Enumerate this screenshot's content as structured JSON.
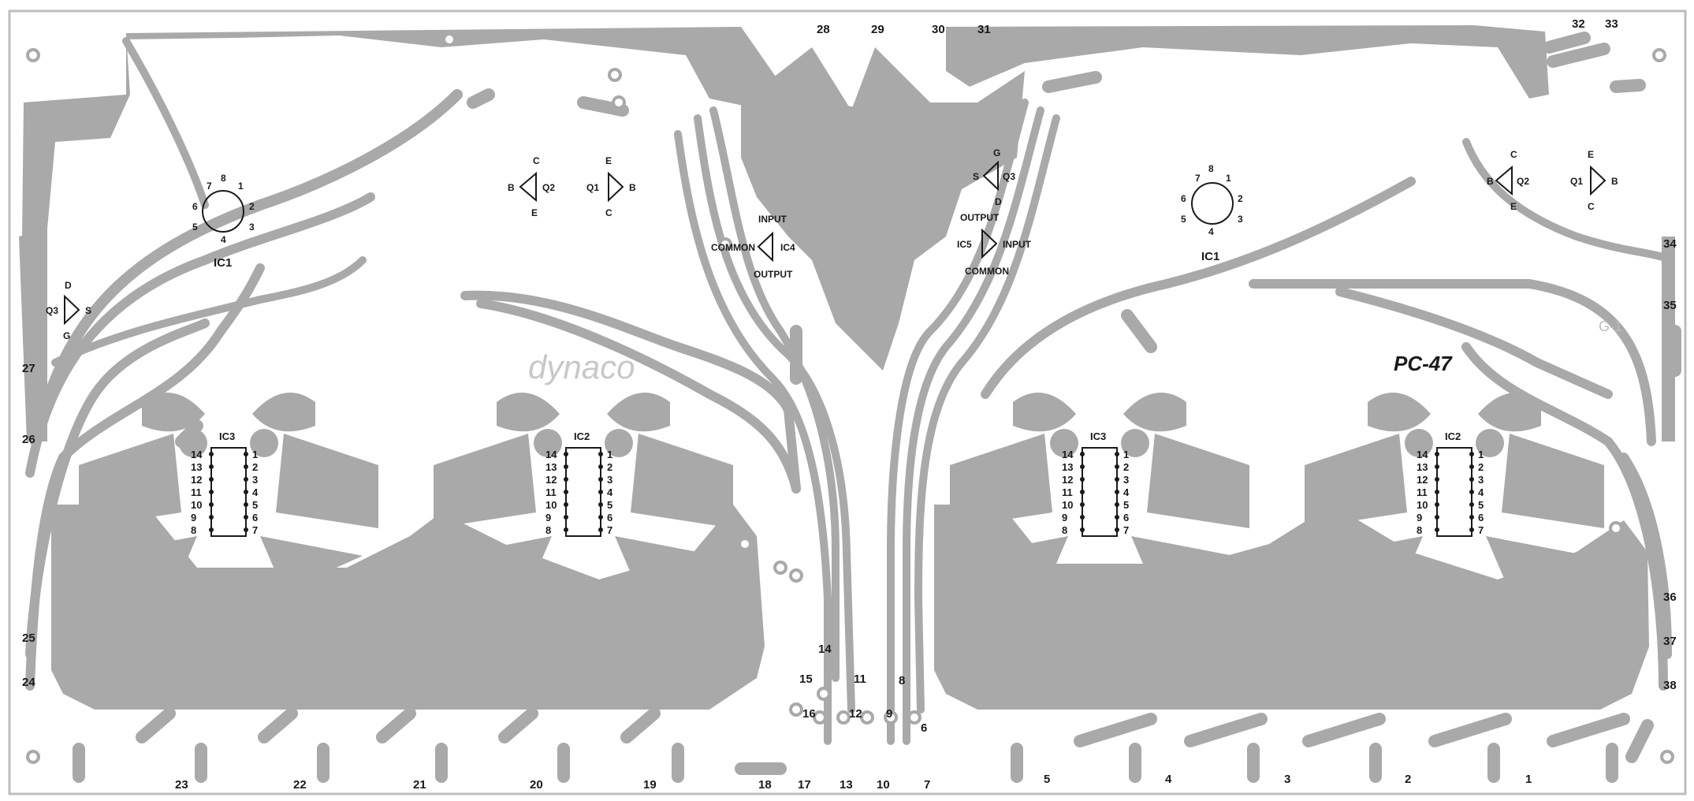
{
  "board": {
    "logo": "dynaco",
    "model": "PC-47",
    "mark": "G-1"
  },
  "edge_pins": [
    {
      "id": "p1",
      "label": "1"
    },
    {
      "id": "p2",
      "label": "2"
    },
    {
      "id": "p3",
      "label": "3"
    },
    {
      "id": "p4",
      "label": "4"
    },
    {
      "id": "p5",
      "label": "5"
    },
    {
      "id": "p6",
      "label": "6"
    },
    {
      "id": "p7",
      "label": "7"
    },
    {
      "id": "p8",
      "label": "8"
    },
    {
      "id": "p9",
      "label": "9"
    },
    {
      "id": "p10",
      "label": "10"
    },
    {
      "id": "p11",
      "label": "11"
    },
    {
      "id": "p12",
      "label": "12"
    },
    {
      "id": "p13",
      "label": "13"
    },
    {
      "id": "p14",
      "label": "14"
    },
    {
      "id": "p15",
      "label": "15"
    },
    {
      "id": "p16",
      "label": "16"
    },
    {
      "id": "p17",
      "label": "17"
    },
    {
      "id": "p18",
      "label": "18"
    },
    {
      "id": "p19",
      "label": "19"
    },
    {
      "id": "p20",
      "label": "20"
    },
    {
      "id": "p21",
      "label": "21"
    },
    {
      "id": "p22",
      "label": "22"
    },
    {
      "id": "p23",
      "label": "23"
    },
    {
      "id": "p24",
      "label": "24"
    },
    {
      "id": "p25",
      "label": "25"
    },
    {
      "id": "p26",
      "label": "26"
    },
    {
      "id": "p27",
      "label": "27"
    },
    {
      "id": "p28",
      "label": "28"
    },
    {
      "id": "p29",
      "label": "29"
    },
    {
      "id": "p30",
      "label": "30"
    },
    {
      "id": "p31",
      "label": "31"
    },
    {
      "id": "p32",
      "label": "32"
    },
    {
      "id": "p33",
      "label": "33"
    },
    {
      "id": "p34",
      "label": "34"
    },
    {
      "id": "p35",
      "label": "35"
    },
    {
      "id": "p36",
      "label": "36"
    },
    {
      "id": "p37",
      "label": "37"
    },
    {
      "id": "p38",
      "label": "38"
    },
    {
      "id": "p18b",
      "label": "18"
    },
    {
      "id": "p16b",
      "label": "16"
    },
    {
      "id": "p15b",
      "label": "15"
    },
    {
      "id": "p14b",
      "label": "14"
    },
    {
      "id": "p12b",
      "label": "12"
    },
    {
      "id": "p11b",
      "label": "11"
    },
    {
      "id": "p9b",
      "label": "9"
    },
    {
      "id": "p8b",
      "label": "8"
    },
    {
      "id": "p6b",
      "label": "6"
    }
  ],
  "components": {
    "ic1_left": {
      "name": "IC1",
      "pins": [
        "7",
        "8",
        "1",
        "6",
        "2",
        "5",
        "3",
        "4"
      ]
    },
    "ic1_right": {
      "name": "IC1",
      "pins": [
        "7",
        "8",
        "1",
        "6",
        "2",
        "5",
        "3",
        "4"
      ]
    },
    "ic3_left": {
      "name": "IC3",
      "left_pins": [
        "14",
        "13",
        "12",
        "11",
        "10",
        "9",
        "8"
      ],
      "right_pins": [
        "1",
        "2",
        "3",
        "4",
        "5",
        "6",
        "7"
      ]
    },
    "ic2_left": {
      "name": "IC2",
      "left_pins": [
        "14",
        "13",
        "12",
        "11",
        "10",
        "9",
        "8"
      ],
      "right_pins": [
        "1",
        "2",
        "3",
        "4",
        "5",
        "6",
        "7"
      ]
    },
    "ic3_right": {
      "name": "IC3",
      "left_pins": [
        "14",
        "13",
        "12",
        "11",
        "10",
        "9",
        "8"
      ],
      "right_pins": [
        "1",
        "2",
        "3",
        "4",
        "5",
        "6",
        "7"
      ]
    },
    "ic2_right": {
      "name": "IC2",
      "left_pins": [
        "14",
        "13",
        "12",
        "11",
        "10",
        "9",
        "8"
      ],
      "right_pins": [
        "1",
        "2",
        "3",
        "4",
        "5",
        "6",
        "7"
      ]
    },
    "q3_left": {
      "name": "Q3",
      "d": "D",
      "s": "S",
      "g": "G"
    },
    "q2_left": {
      "name": "Q2",
      "c": "C",
      "b": "B",
      "e": "E"
    },
    "q1_left": {
      "name": "Q1",
      "e": "E",
      "b": "B",
      "c": "C"
    },
    "q3_right": {
      "name": "Q3",
      "g": "G",
      "s": "S",
      "d": "D"
    },
    "q2_right": {
      "name": "Q2",
      "c": "C",
      "b": "B",
      "e": "E"
    },
    "q1_right": {
      "name": "Q1",
      "e": "E",
      "b": "B",
      "c": "C"
    },
    "ic4": {
      "name": "IC4",
      "input": "INPUT",
      "common": "COMMON",
      "output": "OUTPUT"
    },
    "ic5": {
      "name": "IC5",
      "output": "OUTPUT",
      "input": "INPUT",
      "common": "COMMON"
    }
  }
}
